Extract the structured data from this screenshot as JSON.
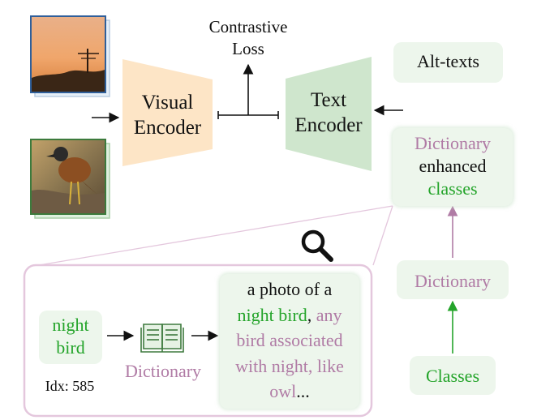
{
  "loss": {
    "line1": "Contrastive",
    "line2": "Loss"
  },
  "visual_encoder": {
    "line1": "Visual",
    "line2": "Encoder"
  },
  "text_encoder": {
    "line1": "Text",
    "line2": "Encoder"
  },
  "alt_texts": "Alt-texts",
  "enhanced": {
    "line1": "Dictionary",
    "line2": "enhanced",
    "line3": "classes"
  },
  "dictionary_node": "Dictionary",
  "classes_node": "Classes",
  "zoom": {
    "concept_line1": "night",
    "concept_line2": "bird",
    "idx": "Idx: 585",
    "dictionary_label": "Dictionary",
    "prompt": {
      "l1": "a photo of a",
      "l2_green": "night bird",
      "l2_black": ",",
      "l2_purple": " any",
      "l3": "bird associated",
      "l4": "with night, like",
      "l5_purple": "owl",
      "l5_black": "..."
    }
  },
  "colors": {
    "visual_encoder": "#fde5c6",
    "text_encoder": "#cfe6cd",
    "green_text": "#24a42a",
    "purple_text": "#b07ba5",
    "zoom_border": "#e4c7dd",
    "box_fill": "#edf6ec"
  },
  "icons": [
    "magnifier-icon",
    "book-icon",
    "sunset-photo",
    "bird-photo"
  ]
}
